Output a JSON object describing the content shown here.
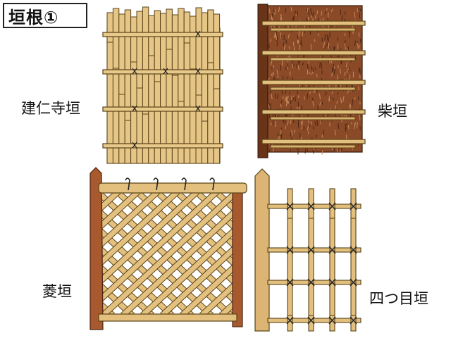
{
  "title": "垣根①",
  "labels": {
    "kenninji": "建仁寺垣",
    "shiba": "柴垣",
    "hishi": "菱垣",
    "yotsume": "四つ目垣"
  },
  "colors": {
    "bamboo": "#e3c07e",
    "bamboo_outline": "#5a4318",
    "bamboo_dark": "#c99a4e",
    "brushwood": "#8a4a28",
    "brushwood_dark": "#4a2412",
    "post": "#a85a2e",
    "post_dark": "#7a3a18"
  }
}
